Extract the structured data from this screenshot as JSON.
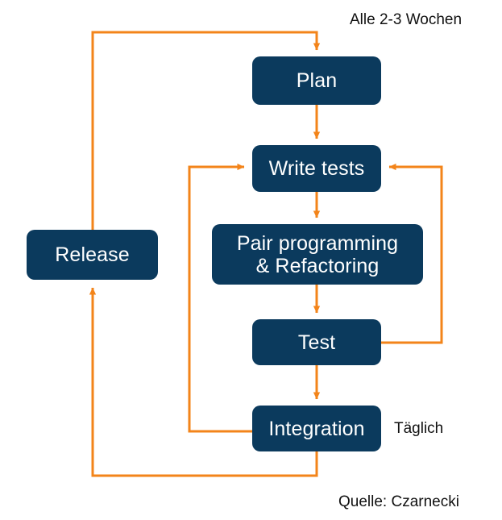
{
  "diagram": {
    "title_text": "",
    "colors": {
      "node_fill": "#0B3A5D",
      "node_text": "#FFFFFF",
      "connector": "#F3841A",
      "background": "#FFFFFF",
      "annotation_text": "#111111"
    },
    "nodes": [
      {
        "id": "plan",
        "label": "Plan"
      },
      {
        "id": "write-tests",
        "label": "Write tests"
      },
      {
        "id": "pair-programming",
        "label": "Pair programming\n& Refactoring"
      },
      {
        "id": "test",
        "label": "Test"
      },
      {
        "id": "integration",
        "label": "Integration"
      },
      {
        "id": "release",
        "label": "Release"
      }
    ],
    "annotations": [
      {
        "id": "iteration-cadence",
        "text": "Alle 2-3 Wochen"
      },
      {
        "id": "integration-cadence",
        "text": "Täglich"
      }
    ],
    "credit": {
      "text": "Quelle: Czarnecki"
    },
    "connectors": [
      {
        "id": "release-to-plan",
        "from": "release",
        "to": "plan",
        "style": "elbow-top"
      },
      {
        "id": "plan-to-write-tests",
        "from": "plan",
        "to": "write-tests",
        "style": "straight-down"
      },
      {
        "id": "write-tests-to-pair",
        "from": "write-tests",
        "to": "pair-programming",
        "style": "straight-down"
      },
      {
        "id": "pair-to-test",
        "from": "pair-programming",
        "to": "test",
        "style": "straight-down"
      },
      {
        "id": "test-to-integration",
        "from": "test",
        "to": "write-tests",
        "style": "elbow-right"
      },
      {
        "id": "test-down-to-integration",
        "from": "test",
        "to": "integration",
        "style": "straight-down"
      },
      {
        "id": "integration-to-write-tests",
        "from": "integration",
        "to": "write-tests",
        "style": "elbow-left"
      },
      {
        "id": "integration-to-release",
        "from": "integration",
        "to": "release",
        "style": "elbow-bottom"
      }
    ]
  }
}
